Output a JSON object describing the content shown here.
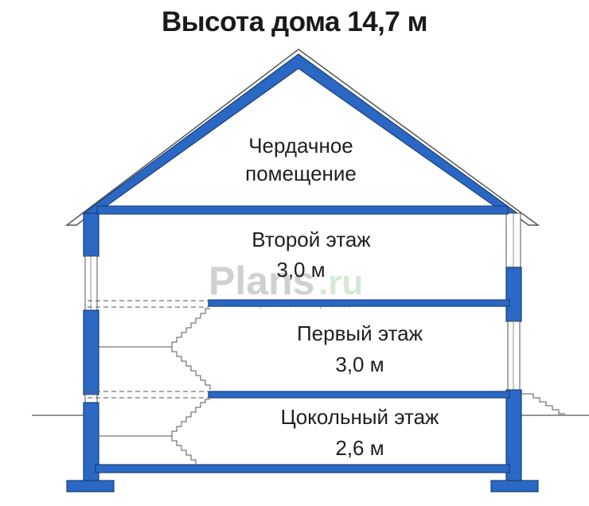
{
  "title": "Высота дома 14,7 м",
  "levels": [
    {
      "name": "Чердачное",
      "name2": "помещение"
    },
    {
      "name": "Второй этаж",
      "height": "3,0 м"
    },
    {
      "name": "Первый этаж",
      "height": "3,0 м"
    },
    {
      "name": "Цокольный этаж",
      "height": "2,6 м"
    }
  ],
  "watermark": {
    "brand": "Plans",
    "domain": ".ru",
    "tagline": "интернет магазин проектов"
  },
  "colors": {
    "wall": "#2a68c4",
    "outline": "#1a3f7a",
    "stroke": "#555555"
  }
}
